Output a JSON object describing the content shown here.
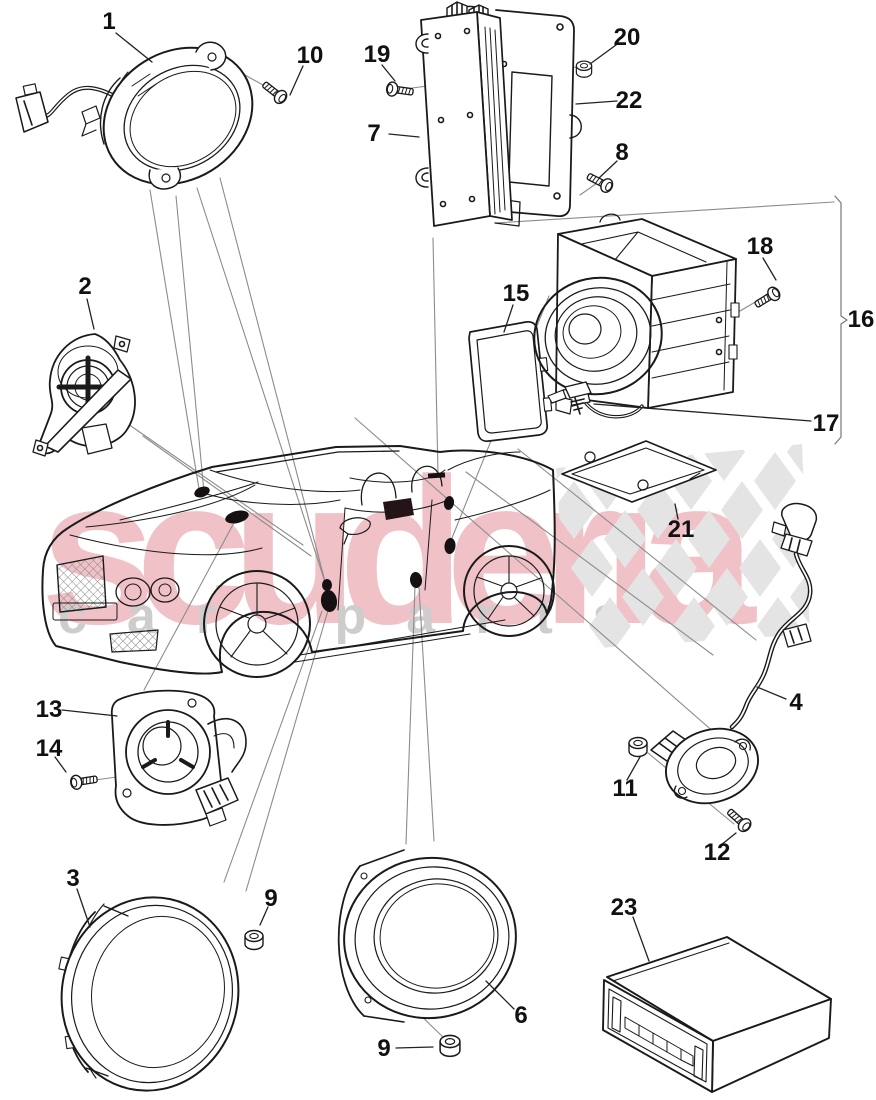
{
  "watermark": {
    "brand": "scuderia",
    "tagline": "car parts"
  },
  "labels": {
    "p1": "1",
    "p2": "2",
    "p3": "3",
    "p4": "4",
    "p6": "6",
    "p7": "7",
    "p8": "8",
    "p9a": "9",
    "p9b": "9",
    "p10": "10",
    "p11": "11",
    "p12": "12",
    "p13": "13",
    "p14": "14",
    "p15": "15",
    "p16": "16",
    "p17": "17",
    "p18": "18",
    "p19": "19",
    "p20": "20",
    "p21": "21",
    "p22": "22",
    "p23": "23"
  },
  "colors": {
    "line": "#1a1a1a",
    "leader": "#8c8c8c",
    "label_color": "#111111",
    "watermark_pink": "#d65564",
    "watermark_gray": "#cdcdcd",
    "checker_gray": "#e4e4e4",
    "dot_fill": "#151011"
  }
}
